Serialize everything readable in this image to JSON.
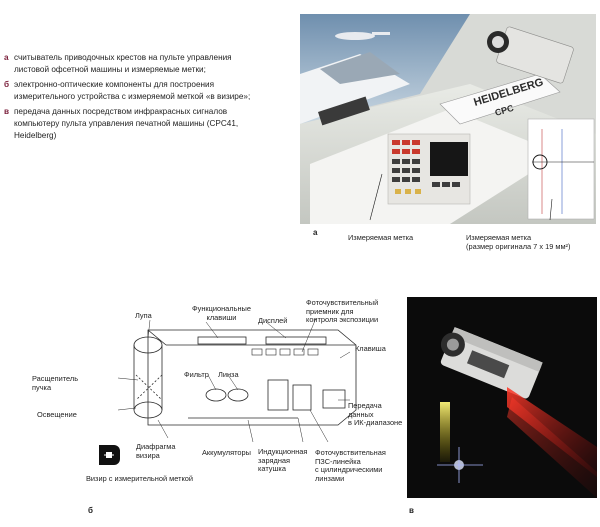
{
  "captions": [
    {
      "letter": "а",
      "text": "считыватель приводочных крестов на пульте управления листовой офсетной машины и измеряемые метки;"
    },
    {
      "letter": "б",
      "text": "электронно-оптические компоненты для построения измерительного устройства с измеряемой меткой «в визире»;"
    },
    {
      "letter": "в",
      "text": "передача данных посредством инфракрасных сигналов компьютеру пульта управления печатной машины (CPC41, Heidelberg)"
    }
  ],
  "figure_a": {
    "letter": "а",
    "brand": "HEIDELBERG",
    "model": "CPC",
    "label_mark": "Измеряемая метка",
    "label_mark2": "Измеряемая метка",
    "label_size": "(размер оригинала 7 x 19 мм²)",
    "superscript": "2"
  },
  "figure_b": {
    "letter": "б",
    "labels": {
      "lupa": "Лупа",
      "func_keys": "Функциональные\nклавиши",
      "display": "Дисплей",
      "photo_receiver": "Фоточувствительный\nприемник для\nконтроля экспозиции",
      "key": "Клавиша",
      "splitter": "Расщепитель\nпучка",
      "filter": "Фильтр",
      "lens": "Линза",
      "illumination": "Освещение",
      "diaphragm": "Диафрагма\nвизира",
      "batteries": "Аккумуляторы",
      "coil": "Индукционная\nзарядная\nкатушка",
      "ccd": "Фоточувствительная\nПЗС-линейка\nс цилиндрическими\nлинзами",
      "ir": "Передача\nданных\nв ИК-диапазоне",
      "viewfinder": "Визир с измерительной меткой"
    }
  },
  "figure_c": {
    "letter": "в"
  },
  "colors": {
    "letters": "#7a1e3a",
    "ink": "#1f1f1f",
    "photo_dark": "#0b0b0b"
  }
}
